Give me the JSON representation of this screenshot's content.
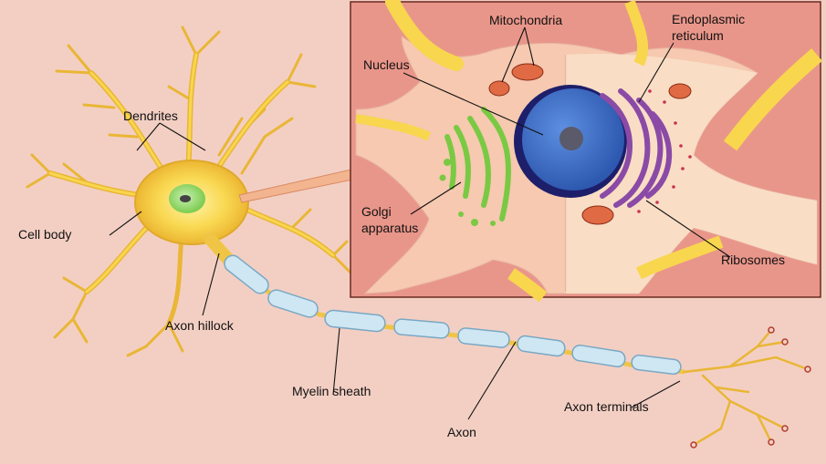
{
  "labels": {
    "dendrites": "Dendrites",
    "cell_body": "Cell body",
    "axon_hillock": "Axon hillock",
    "myelin_sheath": "Myelin sheath",
    "axon": "Axon",
    "axon_terminals": "Axon terminals",
    "nucleus": "Nucleus",
    "mitochondria": "Mitochondria",
    "endoplasmic_reticulum_line1": "Endoplasmic",
    "endoplasmic_reticulum_line2": "reticulum",
    "golgi_line1": "Golgi",
    "golgi_line2": "apparatus",
    "ribosomes": "Ribosomes"
  },
  "colors": {
    "background": "#f3cfc3",
    "neuron": "#f8d64e",
    "neuron_outline": "#e0a92a",
    "myelin": "#cfe7f3",
    "nucleus": "#3f73c9",
    "nucleus_rim": "#1d1f6a",
    "golgi": "#7ac943",
    "er": "#8a4aa6",
    "mitochondria": "#e06a43",
    "inset_bg": "#e9968a",
    "arrow": "#f2b58f"
  }
}
